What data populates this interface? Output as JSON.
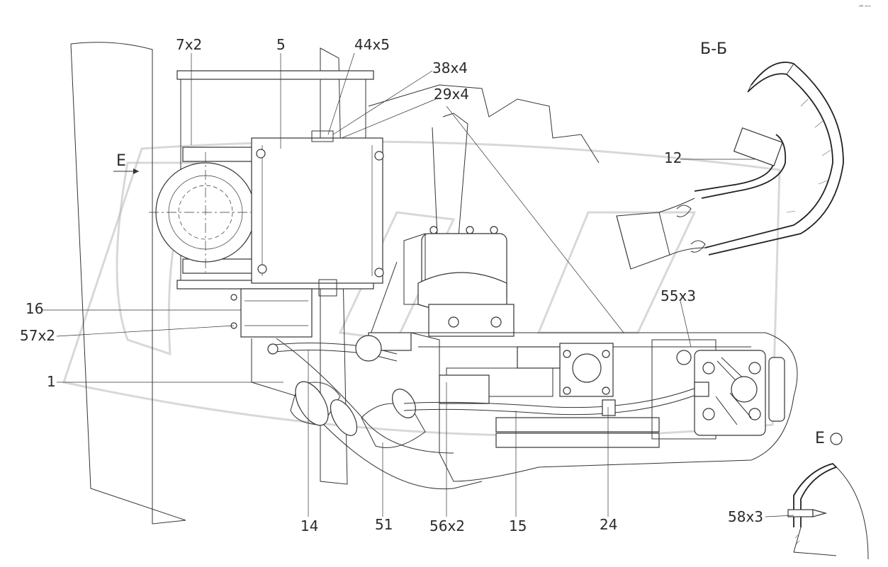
{
  "corner_mark": "ᴬᴮ ᵉᵉᵉ",
  "view_labels": {
    "section_bb": "Б-Б",
    "arrow_e": "E",
    "view_e": "E"
  },
  "callouts": [
    {
      "id": "7x2",
      "text": "7x2"
    },
    {
      "id": "5",
      "text": "5"
    },
    {
      "id": "44x5",
      "text": "44x5"
    },
    {
      "id": "38x4",
      "text": "38x4"
    },
    {
      "id": "29x4",
      "text": "29x4"
    },
    {
      "id": "12",
      "text": "12"
    },
    {
      "id": "55x3",
      "text": "55x3"
    },
    {
      "id": "16",
      "text": "16"
    },
    {
      "id": "57x2",
      "text": "57x2"
    },
    {
      "id": "1",
      "text": "1"
    },
    {
      "id": "14",
      "text": "14"
    },
    {
      "id": "51",
      "text": "51"
    },
    {
      "id": "56x2",
      "text": "56x2"
    },
    {
      "id": "15",
      "text": "15"
    },
    {
      "id": "24",
      "text": "24"
    },
    {
      "id": "58x3",
      "text": "58x3"
    }
  ]
}
